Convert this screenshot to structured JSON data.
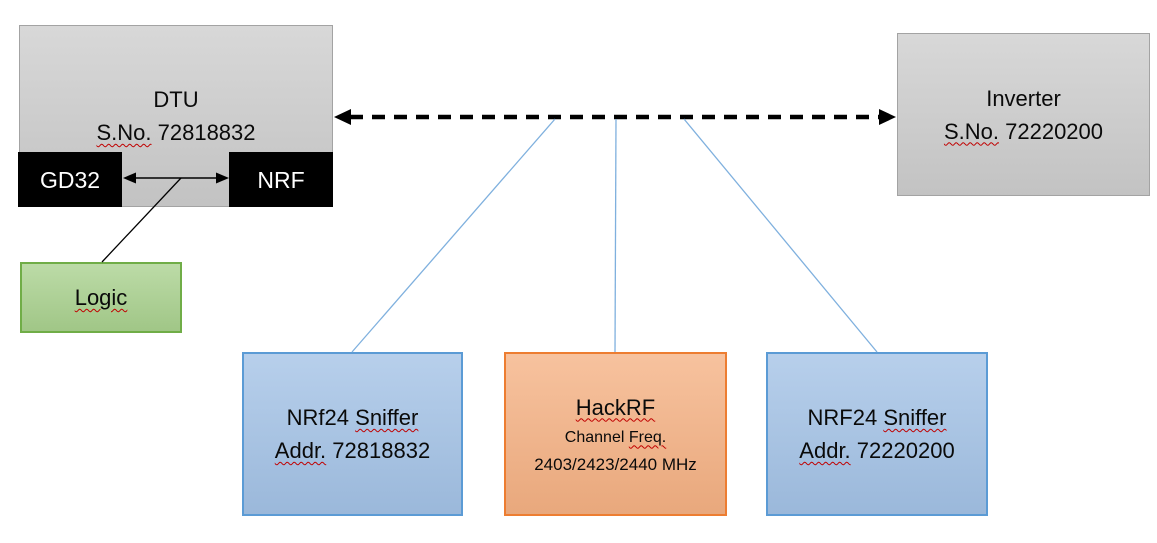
{
  "colors": {
    "gray_fill": "#cdcdcd",
    "gray_border": "#a3a3a3",
    "black_fill": "#000000",
    "green_fill": "#a9d18e",
    "green_border": "#70ad47",
    "blue_fill": "#a3c2e6",
    "blue_border": "#5b9bd5",
    "orange_fill": "#f5b183",
    "orange_border": "#ed7d31",
    "connector_blue": "#7fb0de",
    "squiggle": "#c00000"
  },
  "nodes": {
    "dtu": {
      "title": "DTU",
      "serial_label": "S.No.",
      "serial": "72818832"
    },
    "gd32": {
      "label": "GD32"
    },
    "nrf": {
      "label": "NRF"
    },
    "logic": {
      "label": "Logic"
    },
    "inverter": {
      "title": "Inverter",
      "serial_label": "S.No.",
      "serial": "72220200"
    },
    "sniffer_left": {
      "title_a": "NRf24",
      "title_b": "Sniffer",
      "addr_label": "Addr.",
      "addr": "72818832"
    },
    "hackrf": {
      "title": "HackRF",
      "freq_label_a": "Channel",
      "freq_label_b": "Freq.",
      "frequencies": "2403/2423/2440 MHz"
    },
    "sniffer_right": {
      "title_a": "NRF24",
      "title_b": "Sniffer",
      "addr_label": "Addr.",
      "addr": "72220200"
    }
  }
}
